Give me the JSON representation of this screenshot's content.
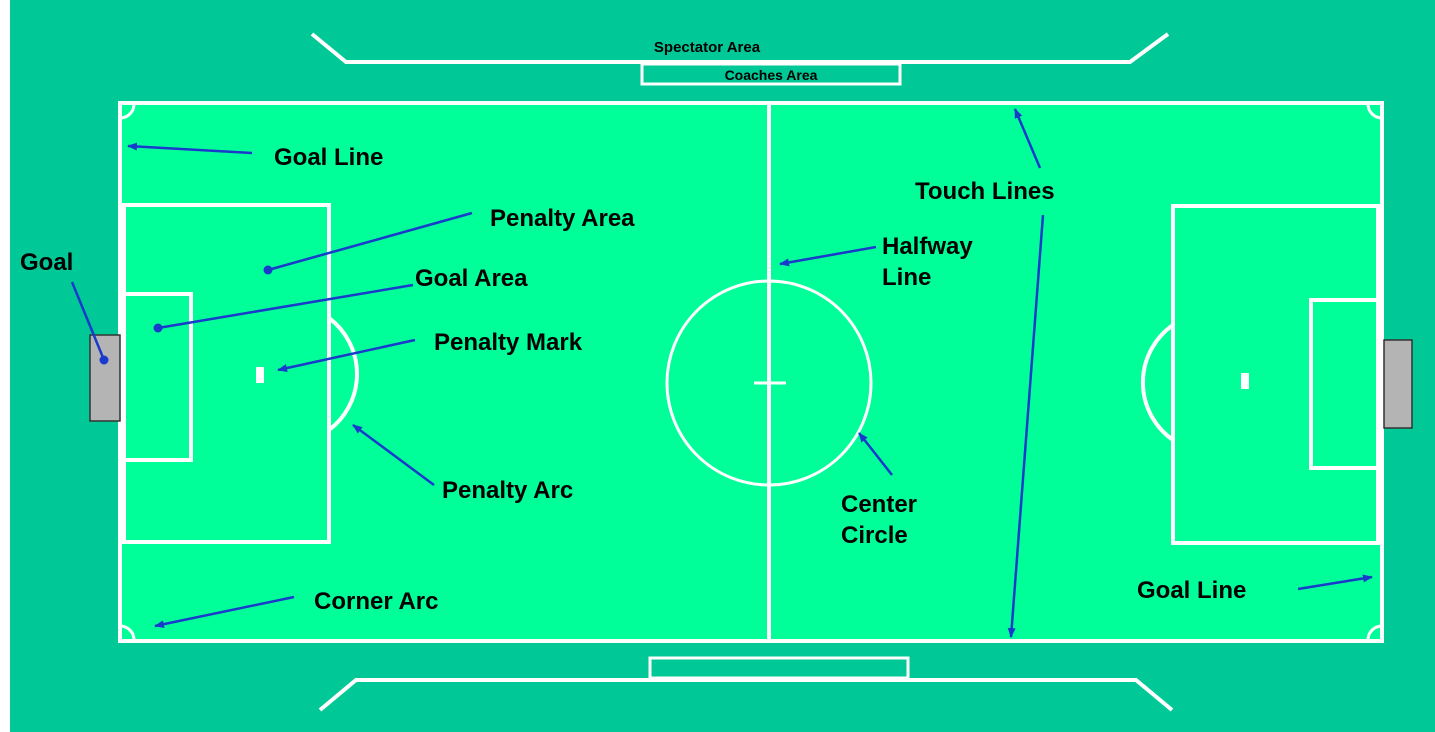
{
  "colors": {
    "surround": "#00c896",
    "field": "#00ff99",
    "lines": "#ffffff",
    "goal_fill": "#b4b4b4",
    "arrows": "#1a3acc",
    "text": "#000000"
  },
  "labels": {
    "spectator_area": "Spectator Area",
    "coaches_area": "Coaches Area",
    "goal_line_top": "Goal Line",
    "penalty_area": "Penalty Area",
    "goal": "Goal",
    "goal_area": "Goal Area",
    "penalty_mark": "Penalty Mark",
    "penalty_arc": "Penalty Arc",
    "corner_arc": "Corner Arc",
    "halfway_line_1": "Halfway",
    "halfway_line_2": "Line",
    "center_circle_1": "Center",
    "center_circle_2": "Circle",
    "touch_lines": "Touch Lines",
    "goal_line_bottom": "Goal Line"
  }
}
